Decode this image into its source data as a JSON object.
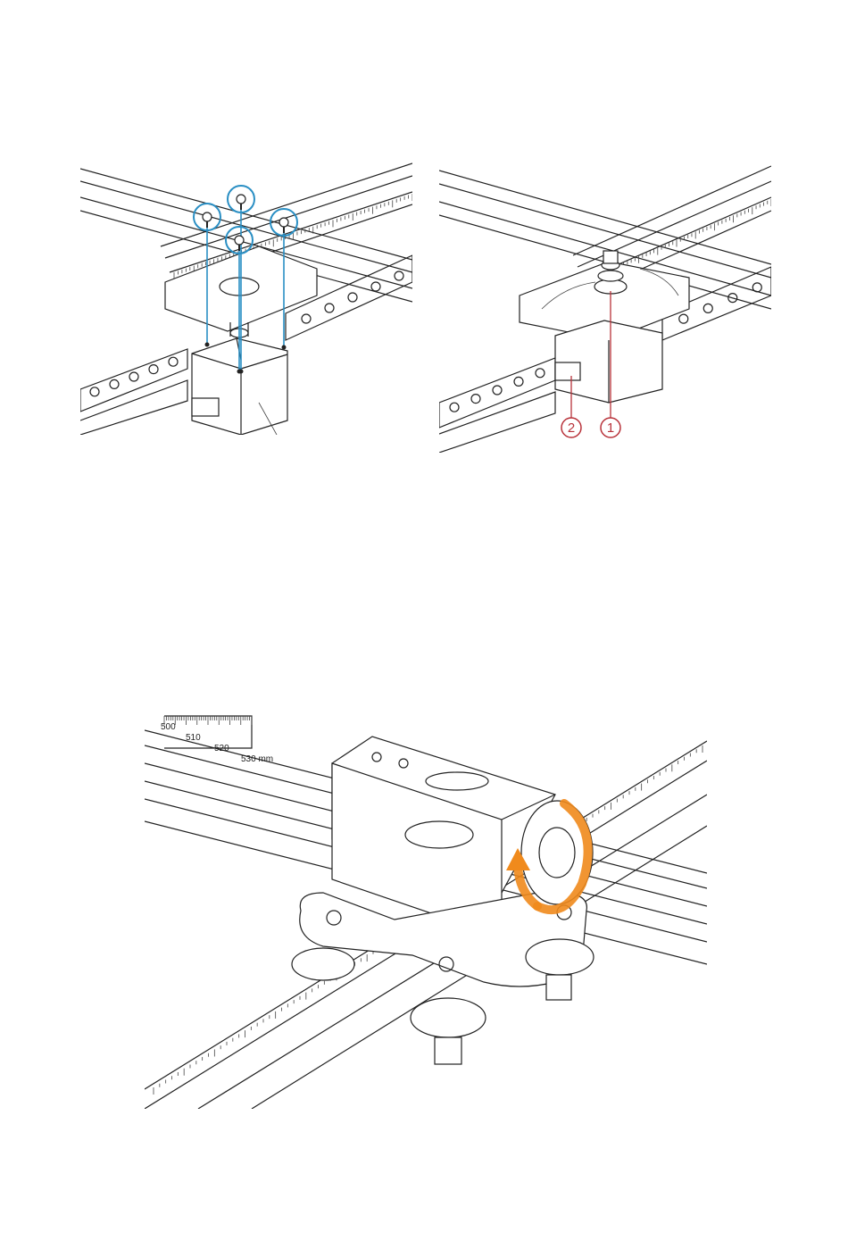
{
  "figures": {
    "left": {
      "screw_count": 4,
      "accent_color": "#2a8fc4"
    },
    "right": {
      "callouts": [
        {
          "label": "2"
        },
        {
          "label": "1"
        }
      ],
      "callout_color": "#b8323a"
    },
    "bottom": {
      "ruler_labels": [
        "500",
        "510",
        "520",
        "530 mm"
      ],
      "rotation_arrow_color": "#f08a1c"
    }
  }
}
